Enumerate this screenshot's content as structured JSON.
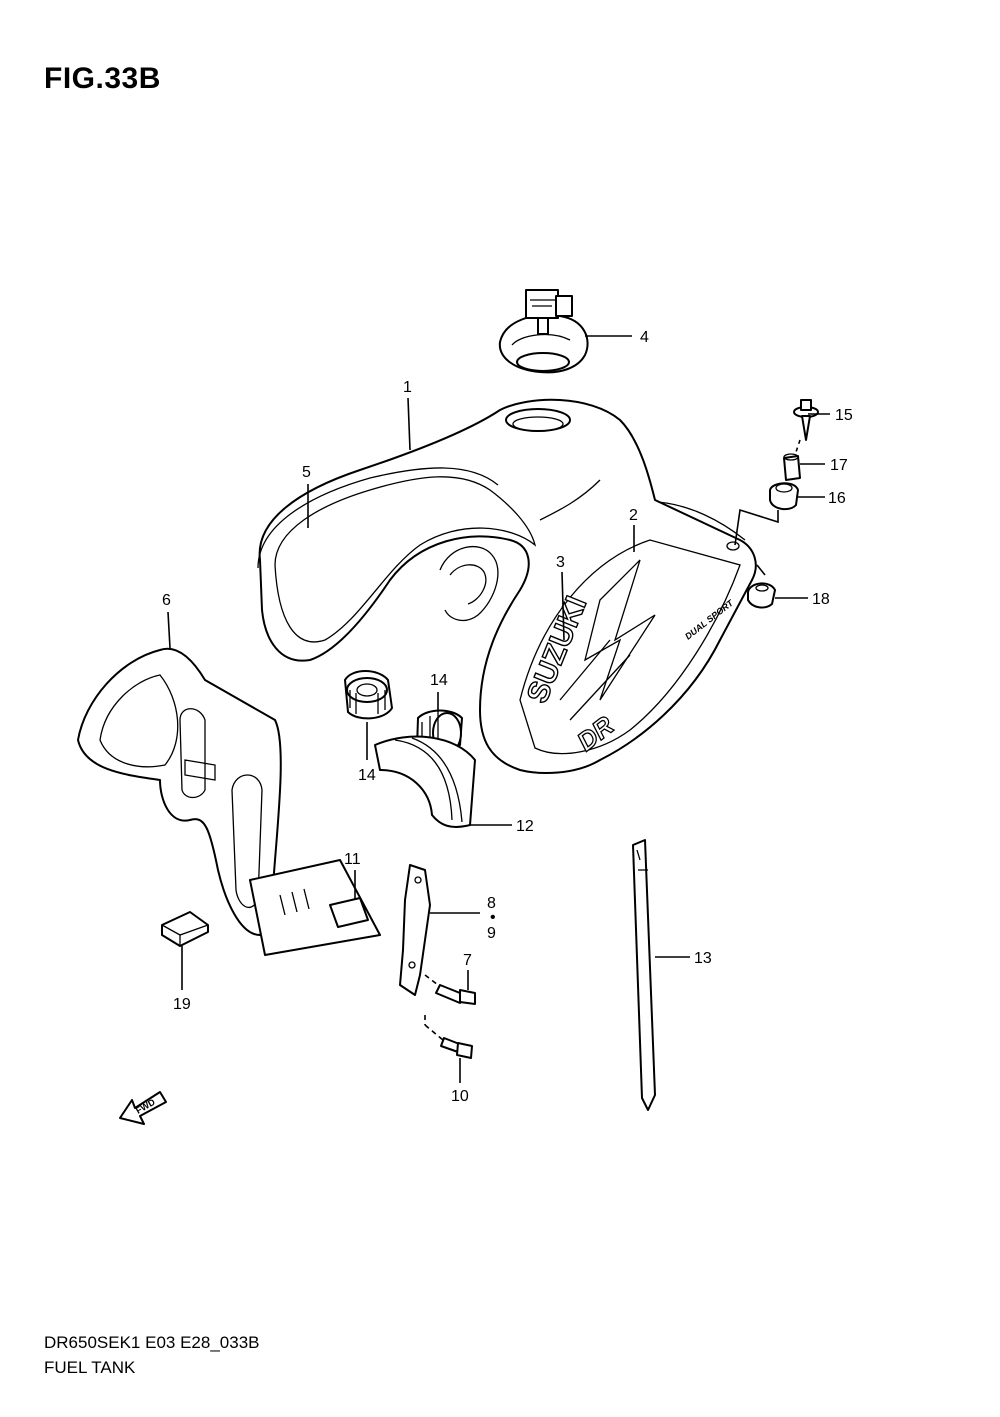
{
  "figure": {
    "title": "FIG.33B",
    "code": "DR650SEK1 E03 E28_033B",
    "name": "FUEL TANK",
    "fwd_label": "FWD"
  },
  "labels": {
    "p1": "1",
    "p2": "2",
    "p3": "3",
    "p4": "4",
    "p5": "5",
    "p6": "6",
    "p7": "7",
    "p8": "8",
    "p9": "9",
    "p10": "10",
    "p11": "11",
    "p12": "12",
    "p13": "13",
    "p14a": "14",
    "p14b": "14",
    "p15": "15",
    "p16": "16",
    "p17": "17",
    "p18": "18",
    "p19": "19"
  },
  "decals": {
    "brand": "SUZUKI",
    "model": "DR",
    "subtitle": "DUAL SPORT"
  }
}
